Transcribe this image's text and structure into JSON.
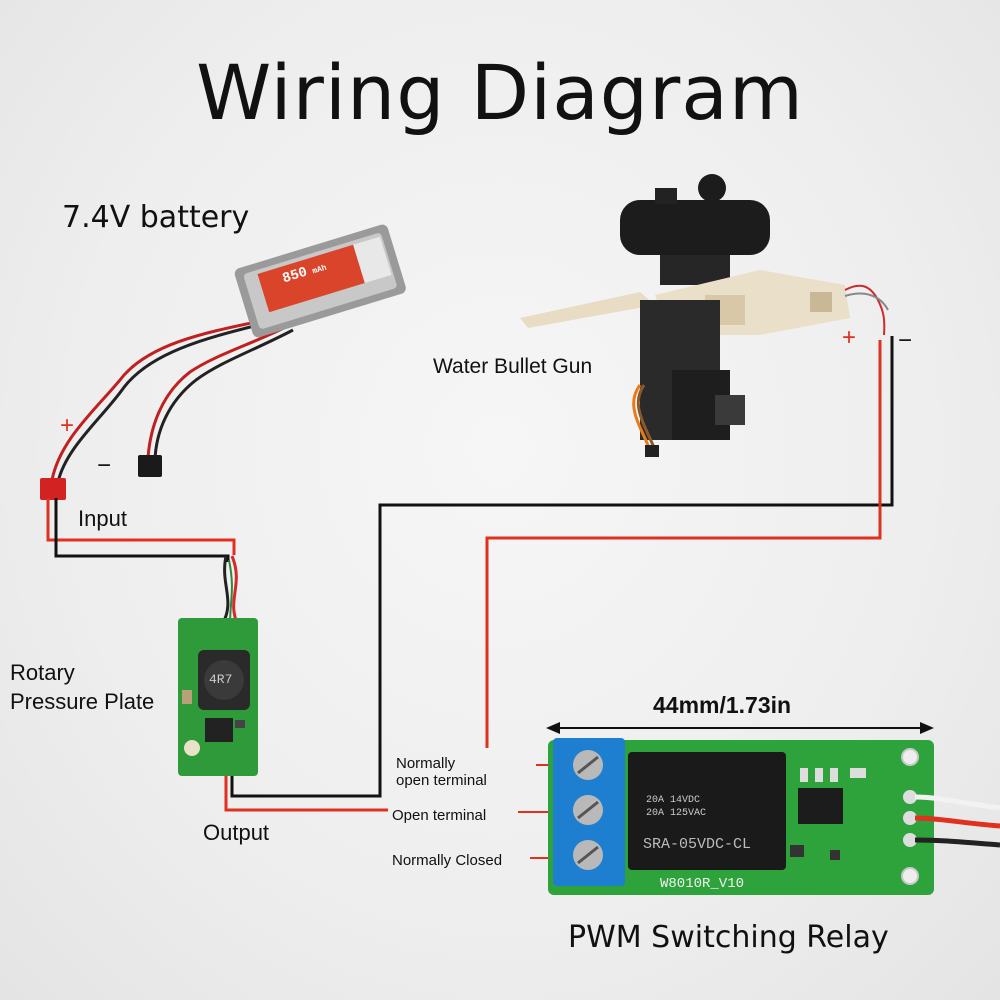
{
  "title": "Wiring Diagram",
  "components": {
    "battery": {
      "label": "7.4V battery",
      "capacity_text": "850",
      "capacity_unit": "mAh"
    },
    "gun": {
      "label": "Water Bullet Gun"
    },
    "rotary": {
      "label_line1": "Rotary",
      "label_line2": "Pressure Plate",
      "inductor_text": "4R7"
    },
    "relay": {
      "label": "PWM Switching Relay",
      "dimension": "44mm/1.73in",
      "relay_rating1": "20A 14VDC",
      "relay_rating2": "20A 125VAC",
      "relay_model": "SRA-05VDC-CL",
      "board_model": "W8010R_V10"
    }
  },
  "labels": {
    "input": "Input",
    "output": "Output",
    "normally_open_line1": "Normally",
    "normally_open_line2": "open terminal",
    "open_terminal": "Open terminal",
    "normally_closed": "Normally Closed"
  },
  "polarity": {
    "plus": "+",
    "minus": "−"
  },
  "colors": {
    "positive_wire": "#e0301e",
    "negative_wire": "#111111",
    "pcb_green": "#2e9a3a",
    "terminal_blue": "#1e7fd0"
  }
}
